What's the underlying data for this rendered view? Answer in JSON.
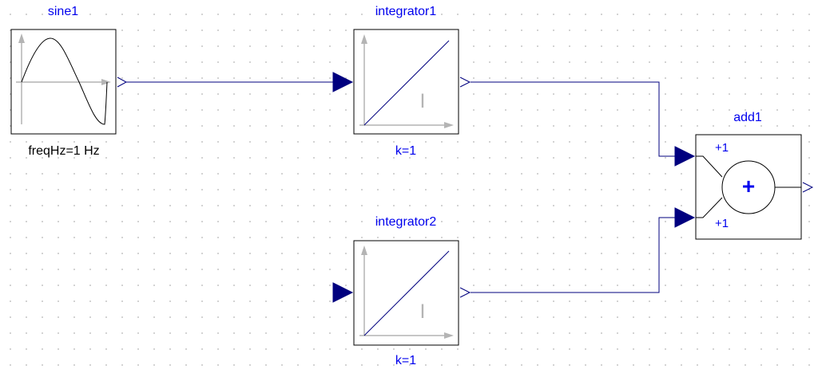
{
  "blocks": {
    "sine1": {
      "name": "sine1",
      "param": "freqHz=1 Hz",
      "icon": "sine-wave-icon"
    },
    "integrator1": {
      "name": "integrator1",
      "param": "k=1",
      "symbol": "I",
      "icon": "integrator-ramp-icon"
    },
    "integrator2": {
      "name": "integrator2",
      "param": "k=1",
      "symbol": "I",
      "icon": "integrator-ramp-icon"
    },
    "add1": {
      "name": "add1",
      "port1": "+1",
      "port2": "+1",
      "op": "+",
      "icon": "sum-circle-icon"
    }
  },
  "colors": {
    "block_name": "#0000ee",
    "connection": "#00007f",
    "frame": "#000000",
    "axis": "#b4b4b4"
  }
}
